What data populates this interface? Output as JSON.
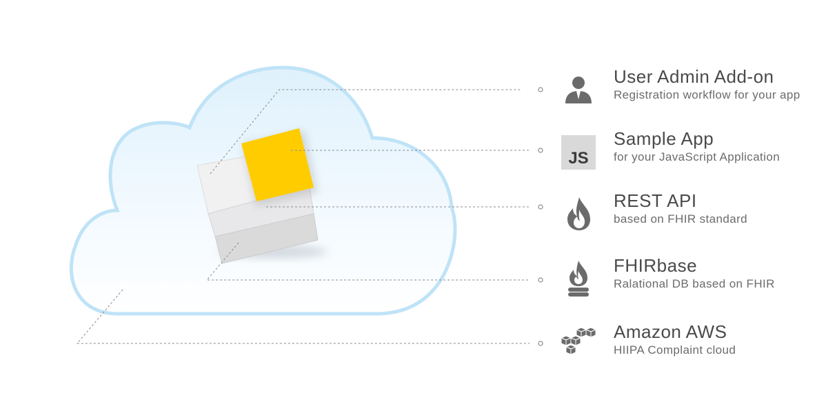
{
  "colors": {
    "cloud_stroke": "#bfe3f7",
    "cloud_fill_top": "#e6f4fd",
    "cloud_fill_bottom": "#ffffff",
    "sticky_note": "#ffcc00",
    "connector": "#8a8a8a",
    "icon": "#6b6b6b"
  },
  "items": [
    {
      "title": "User Admin Add-on",
      "subtitle": "Registration workflow for your app",
      "icon": "user-admin-icon"
    },
    {
      "title": "Sample App",
      "subtitle": "for your JavaScript Application",
      "icon": "javascript-icon",
      "badge": "JS"
    },
    {
      "title": "REST API",
      "subtitle": "based on FHIR standard",
      "icon": "flame-icon"
    },
    {
      "title": "FHIRbase",
      "subtitle": "Ralational DB based on FHIR",
      "icon": "fire-database-icon"
    },
    {
      "title": "Amazon AWS",
      "subtitle": "HIIPA Complaint cloud",
      "icon": "aws-cubes-icon"
    }
  ]
}
